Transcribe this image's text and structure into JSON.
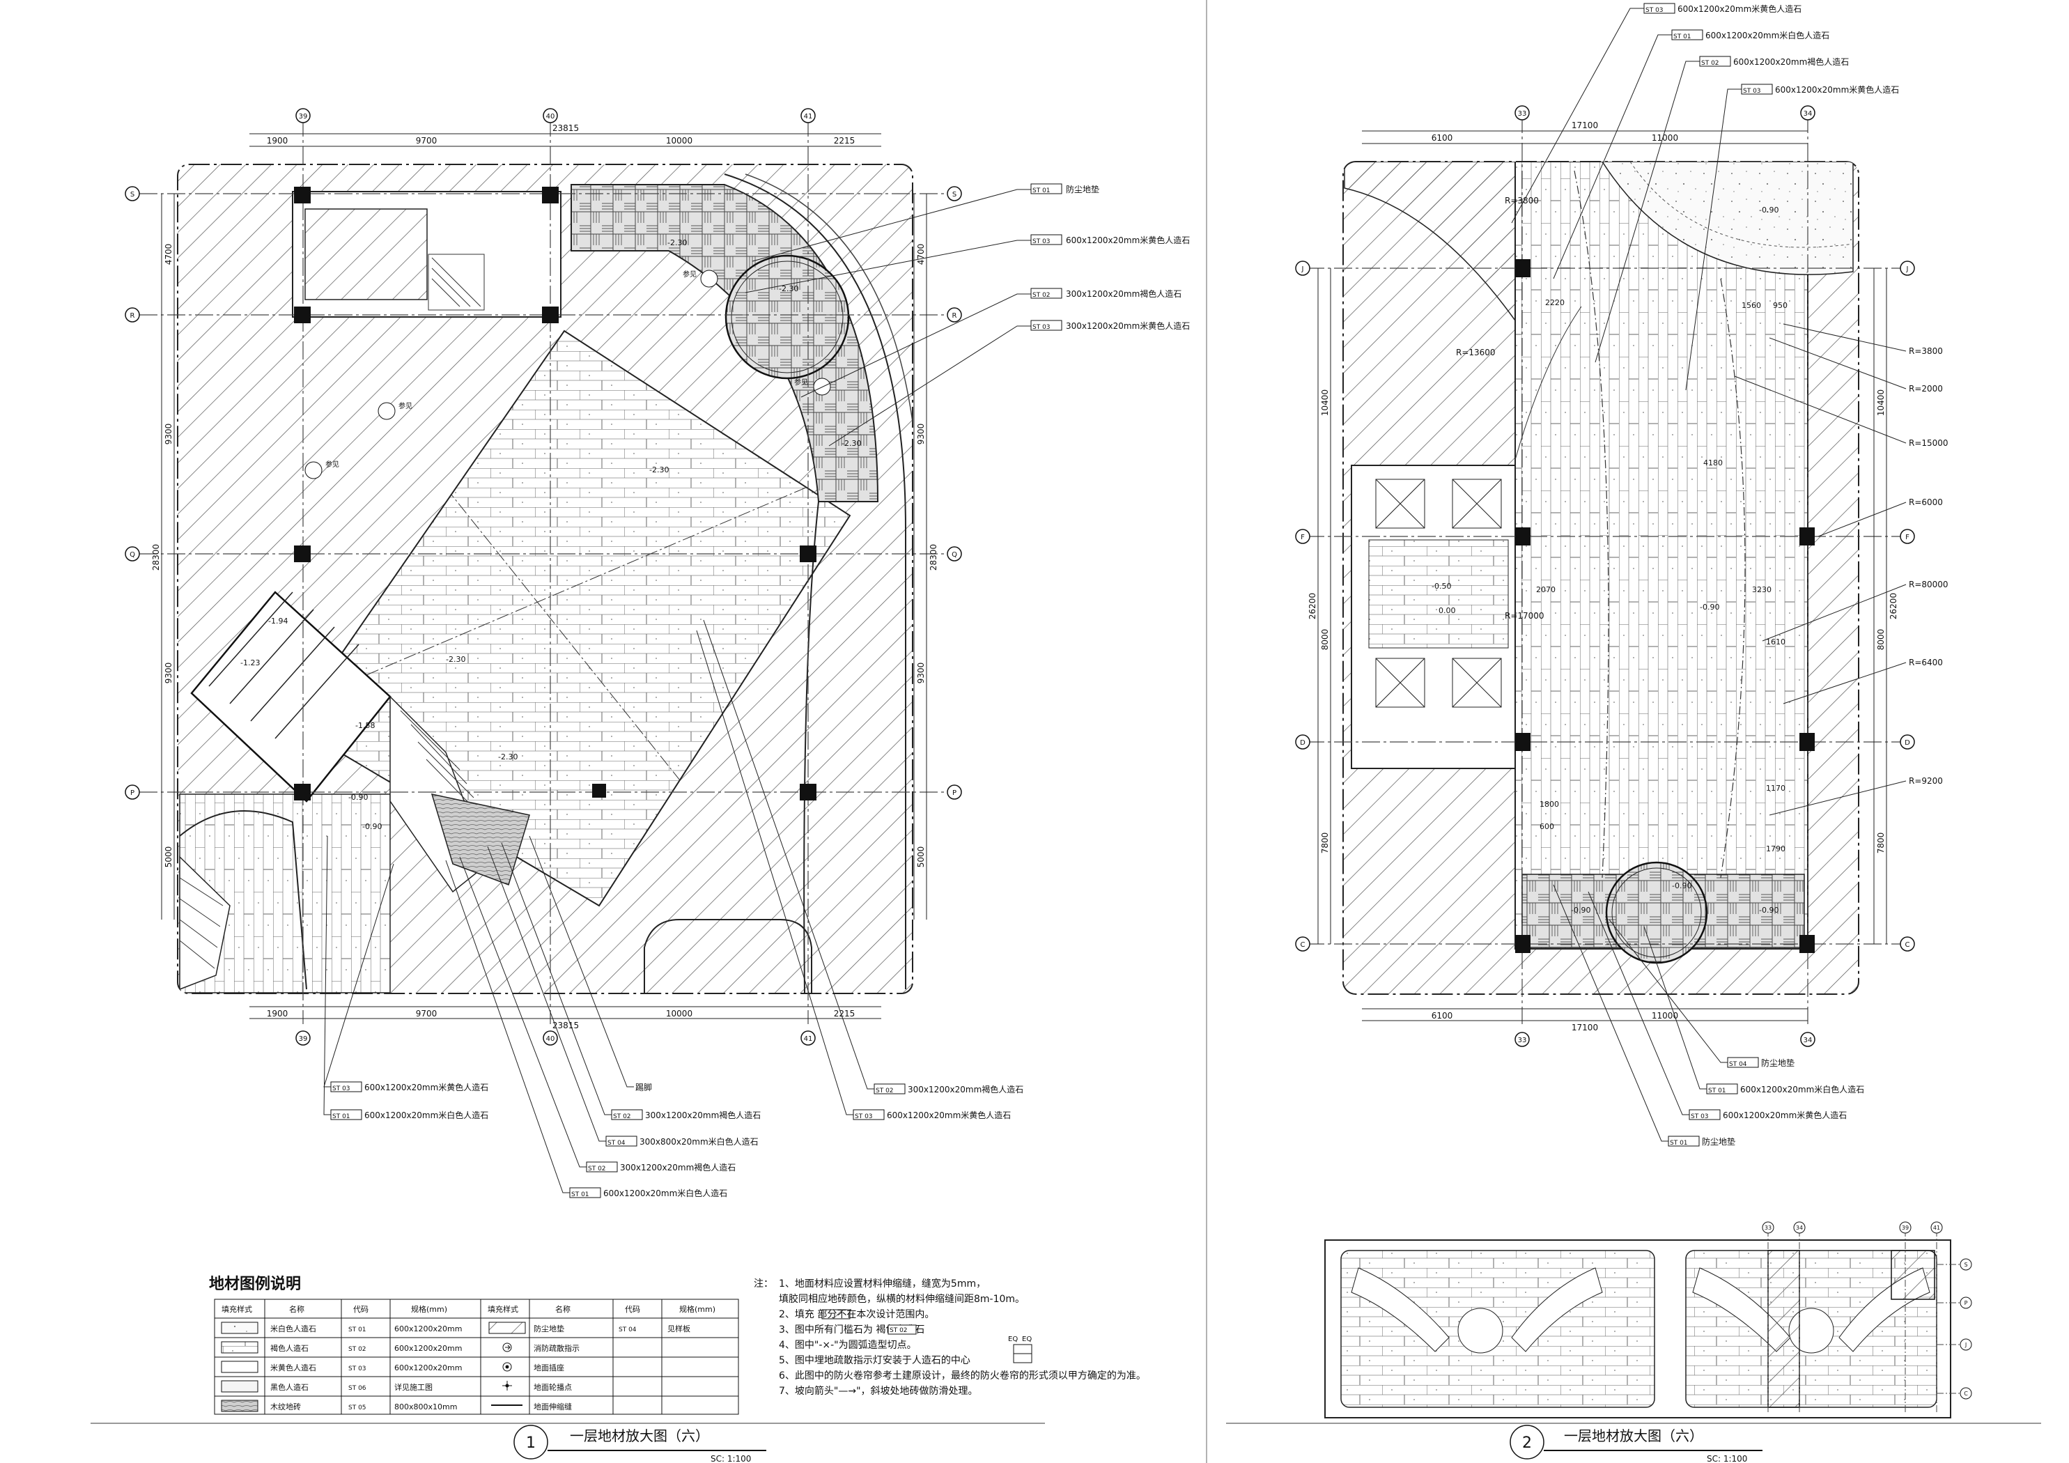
{
  "plan1": {
    "axes_top": [
      "39",
      "40",
      "41"
    ],
    "axes_side": [
      "S",
      "R",
      "Q",
      "P"
    ],
    "dims_top": [
      "1900",
      "9700",
      "10000",
      "2215"
    ],
    "dims_total": "23815",
    "dims_side": [
      "4700",
      "9300",
      "9300",
      "5000"
    ],
    "dims_side_total": "28300",
    "levels": [
      "-2.30",
      "-2.30",
      "-2.30",
      "-2.30",
      "-2.30",
      "-1.58",
      "-1.94",
      "-1.23",
      "-0.90",
      "-0.90"
    ],
    "callouts_right": [
      {
        "code": "ST 01",
        "text": "防尘地垫"
      },
      {
        "code": "ST 03",
        "text": "600x1200x20mm米黄色人造石"
      },
      {
        "code": "ST 02",
        "text": "300x1200x20mm褐色人造石"
      },
      {
        "code": "ST 03",
        "text": "300x1200x20mm米黄色人造石"
      }
    ],
    "callouts_bottom": [
      {
        "code": "ST 03",
        "text": "600x1200x20mm米黄色人造石"
      },
      {
        "code": "ST 01",
        "text": "600x1200x20mm米白色人造石"
      },
      {
        "code": "",
        "text": "踢脚"
      },
      {
        "code": "ST 02",
        "text": "300x1200x20mm褐色人造石"
      },
      {
        "code": "ST 04",
        "text": "300x800x20mm米白色人造石"
      },
      {
        "code": "ST 02",
        "text": "300x1200x20mm褐色人造石"
      },
      {
        "code": "ST 01",
        "text": "600x1200x20mm米白色人造石"
      },
      {
        "code": "ST 02",
        "text": "300x1200x20mm褐色人造石"
      },
      {
        "code": "ST 03",
        "text": "600x1200x20mm米黄色人造石"
      }
    ],
    "ref_label": "参见",
    "title": "一层地材放大图（六）",
    "number": "1",
    "scale": "SC: 1:100"
  },
  "plan2": {
    "axes_top": [
      "33",
      "34"
    ],
    "axes_side": [
      "J",
      "F",
      "D",
      "C"
    ],
    "dims_top": [
      "6100",
      "11000"
    ],
    "dims_total": "17100",
    "dims_side": [
      "10400",
      "8000",
      "7800"
    ],
    "dims_side_total": "26200",
    "radii": [
      "R=3800",
      "R=2000",
      "R=15000",
      "R=6000",
      "R=80000",
      "R=6400",
      "R=9200",
      "R=3800",
      "R=13600",
      "R=17000"
    ],
    "inner_dims": [
      "2220",
      "1560",
      "950",
      "4180",
      "2070",
      "3230",
      "1610",
      "1170",
      "1790",
      "1800",
      "600"
    ],
    "levels": [
      "-0.90",
      "-0.50",
      "0.00",
      "-0.90",
      "-0.90",
      "-0.90",
      "-0.90"
    ],
    "callouts_top": [
      {
        "code": "ST 03",
        "text": "600x1200x20mm米黄色人造石"
      },
      {
        "code": "ST 01",
        "text": "600x1200x20mm米白色人造石"
      },
      {
        "code": "ST 02",
        "text": "600x1200x20mm褐色人造石"
      },
      {
        "code": "ST 03",
        "text": "600x1200x20mm米黄色人造石"
      }
    ],
    "callouts_bottom": [
      {
        "code": "ST 04",
        "text": "防尘地垫"
      },
      {
        "code": "ST 01",
        "text": "600x1200x20mm米白色人造石"
      },
      {
        "code": "ST 03",
        "text": "600x1200x20mm米黄色人造石"
      },
      {
        "code": "ST 01",
        "text": "防尘地垫"
      }
    ],
    "title": "一层地材放大图（六）",
    "number": "2",
    "scale": "SC: 1:100"
  },
  "legend": {
    "title": "地材图例说明",
    "headers": [
      "填充样式",
      "名称",
      "代码",
      "规格(mm)",
      "填充样式",
      "名称",
      "代码",
      "规格(mm)"
    ],
    "rows": [
      [
        "",
        "米白色人造石",
        "ST 01",
        "600x1200x20mm",
        "",
        "防尘地垫",
        "ST 04",
        "见样板"
      ],
      [
        "",
        "褐色人造石",
        "ST 02",
        "600x1200x20mm",
        "",
        "消防疏散指示",
        "",
        ""
      ],
      [
        "",
        "米黄色人造石",
        "ST 03",
        "600x1200x20mm",
        "",
        "地面插座",
        "",
        ""
      ],
      [
        "",
        "黑色人造石",
        "ST 06",
        "详见施工图",
        "",
        "地面轮播点",
        "",
        ""
      ],
      [
        "",
        "木纹地砖",
        "ST 05",
        "800x800x10mm",
        "",
        "地面伸缩缝",
        "",
        ""
      ]
    ]
  },
  "notes": {
    "prefix": "注：",
    "lines": [
      "1、地面材料应设置材料伸缩缝，缝宽为5mm，",
      "填胶同相应地砖颜色，纵横的材料伸缩缝间距8m-10m。",
      "2、填充          部分不在本次设计范围内。",
      "3、图中所有门槛石为        褐色人造石",
      "4、图中\"-×-\"为圆弧造型切点。",
      "5、图中埋地疏散指示灯安装于人造石的中心",
      "6、此图中的防火卷帘参考土建原设计，最终的防火卷帘的形式须以甲方确定的为准。",
      "7、坡向箭头\"—→\"，斜坡处地砖做防滑处理。"
    ],
    "door_code": "ST 02",
    "eq": [
      "EQ",
      "EQ"
    ]
  },
  "keyplan": {
    "axes": [
      "33",
      "34",
      "39",
      "41",
      "S",
      "P",
      "J",
      "C"
    ]
  },
  "colors": {
    "line": "#111111",
    "hatch": "#555555",
    "paper": "#ffffff"
  }
}
